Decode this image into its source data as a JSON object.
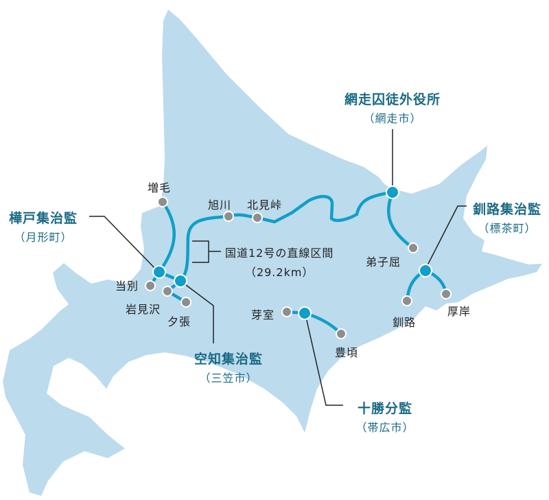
{
  "colors": {
    "land": "#bcdbed",
    "route": "#109fc8",
    "prison_dot": "#109fc8",
    "town_dot": "#8e8e8e",
    "prison_label": "#1b6a85",
    "text": "#222222"
  },
  "prisons": [
    {
      "name": "樺戸集治監",
      "city": "（月形町）"
    },
    {
      "name": "空知集治監",
      "city": "（三笠市）"
    },
    {
      "name": "網走囚徒外役所",
      "city": "（網走市）"
    },
    {
      "name": "釧路集治監",
      "city": "（標茶町）"
    },
    {
      "name": "十勝分監",
      "city": "（帯広市）"
    }
  ],
  "towns": [
    "増毛",
    "当別",
    "岩見沢",
    "夕張",
    "旭川",
    "北見峠",
    "弟子屈",
    "釧路",
    "厚岸",
    "芽室",
    "豊頃"
  ],
  "note": {
    "line1": "国道12号の直線区間",
    "line2": "（29.2km）"
  }
}
